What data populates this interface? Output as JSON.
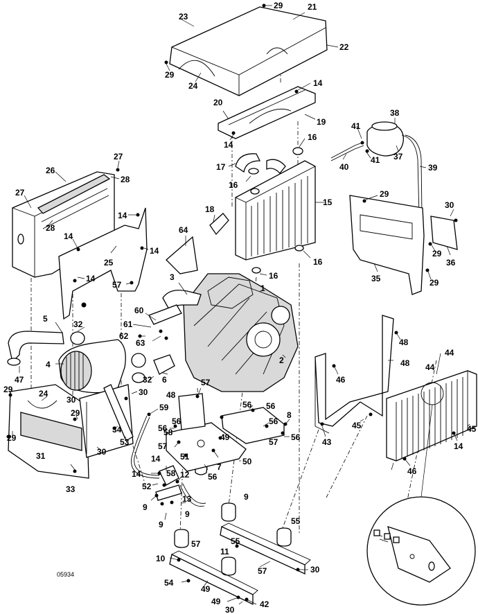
{
  "figure": {
    "reference": "05934"
  },
  "callouts": [
    "29",
    "21",
    "22",
    "23",
    "29",
    "24",
    "14",
    "20",
    "19",
    "14",
    "16",
    "17",
    "16",
    "15",
    "16",
    "18",
    "16",
    "38",
    "41",
    "41",
    "40",
    "37",
    "39",
    "29",
    "30",
    "29",
    "35",
    "36",
    "29",
    "27",
    "26",
    "28",
    "27",
    "28",
    "14",
    "14",
    "25",
    "14",
    "14",
    "57",
    "64",
    "3",
    "1",
    "60",
    "61",
    "62",
    "63",
    "2",
    "5",
    "32",
    "4",
    "47",
    "32",
    "6",
    "30",
    "29",
    "24",
    "30",
    "29",
    "31",
    "29",
    "33",
    "30",
    "34",
    "53",
    "58",
    "59",
    "48",
    "57",
    "56",
    "56",
    "56",
    "56",
    "56",
    "8",
    "57",
    "56",
    "57",
    "49",
    "51",
    "56",
    "7",
    "50",
    "14",
    "58",
    "14",
    "52",
    "12",
    "13",
    "9",
    "9",
    "9",
    "9",
    "55",
    "57",
    "11",
    "55",
    "10",
    "57",
    "54",
    "49",
    "49",
    "30",
    "42",
    "30",
    "48",
    "48",
    "46",
    "43",
    "45",
    "44",
    "44",
    "45",
    "46",
    "14"
  ]
}
